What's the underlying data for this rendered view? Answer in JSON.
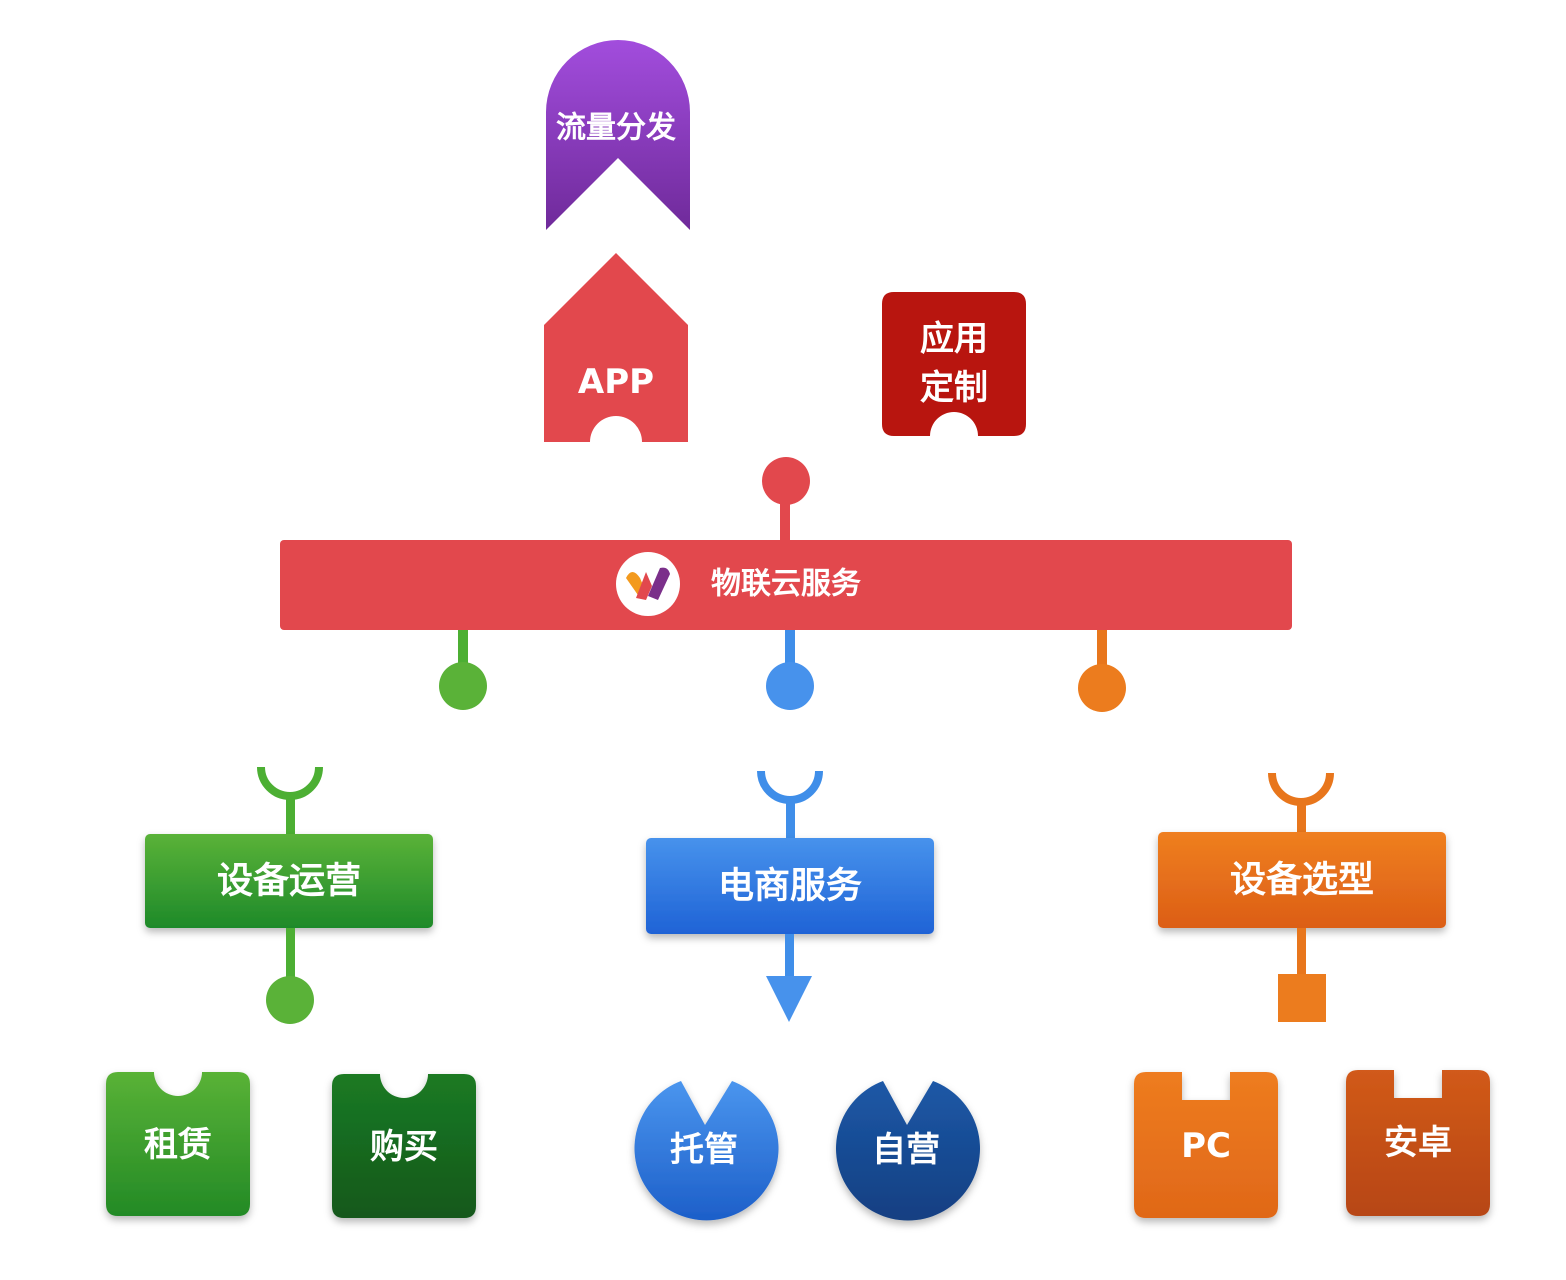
{
  "diagram": {
    "top": {
      "traffic": "流量分发",
      "app": "APP",
      "custom_line1": "应用",
      "custom_line2": "定制"
    },
    "hub": {
      "label": "物联云服务",
      "logo_icon": "wlink-logo-icon"
    },
    "branches": {
      "ops": {
        "label": "设备运营",
        "children": [
          "租赁",
          "购买"
        ]
      },
      "ecommerce": {
        "label": "电商服务",
        "children": [
          "托管",
          "自营"
        ]
      },
      "selection": {
        "label": "设备选型",
        "children": [
          "PC",
          "安卓"
        ]
      }
    },
    "colors": {
      "red": "#e2484d",
      "dark_red": "#b8150f",
      "purple": "#9b3ccc",
      "green": "#4caf33",
      "dark_green": "#15661f",
      "blue": "#3f8ee9",
      "navy": "#154a93",
      "orange": "#e8761c",
      "dark_orange": "#c4531a"
    }
  }
}
